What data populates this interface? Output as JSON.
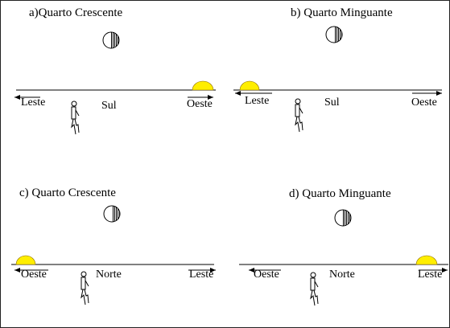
{
  "colors": {
    "sun": "#ffee00",
    "line": "#000000",
    "background": "#ffffff"
  },
  "panels": [
    {
      "title": "a)Quarto Crescente",
      "left_label": "Leste",
      "center_label": "Sul",
      "right_label": "Oeste",
      "sun_side": "right",
      "moon_lit_side": "left"
    },
    {
      "title": "b)  Quarto Minguante",
      "left_label": "Leste",
      "center_label": "Sul",
      "right_label": "Oeste",
      "sun_side": "left",
      "moon_lit_side": "left"
    },
    {
      "title": "c)  Quarto Crescente",
      "left_label": "Oeste",
      "center_label": "Norte",
      "right_label": "Leste",
      "sun_side": "left",
      "moon_lit_side": "left"
    },
    {
      "title": "d)  Quarto Minguante",
      "left_label": "Oeste",
      "center_label": "Norte",
      "right_label": "Leste",
      "sun_side": "right",
      "moon_lit_side": "left"
    }
  ]
}
